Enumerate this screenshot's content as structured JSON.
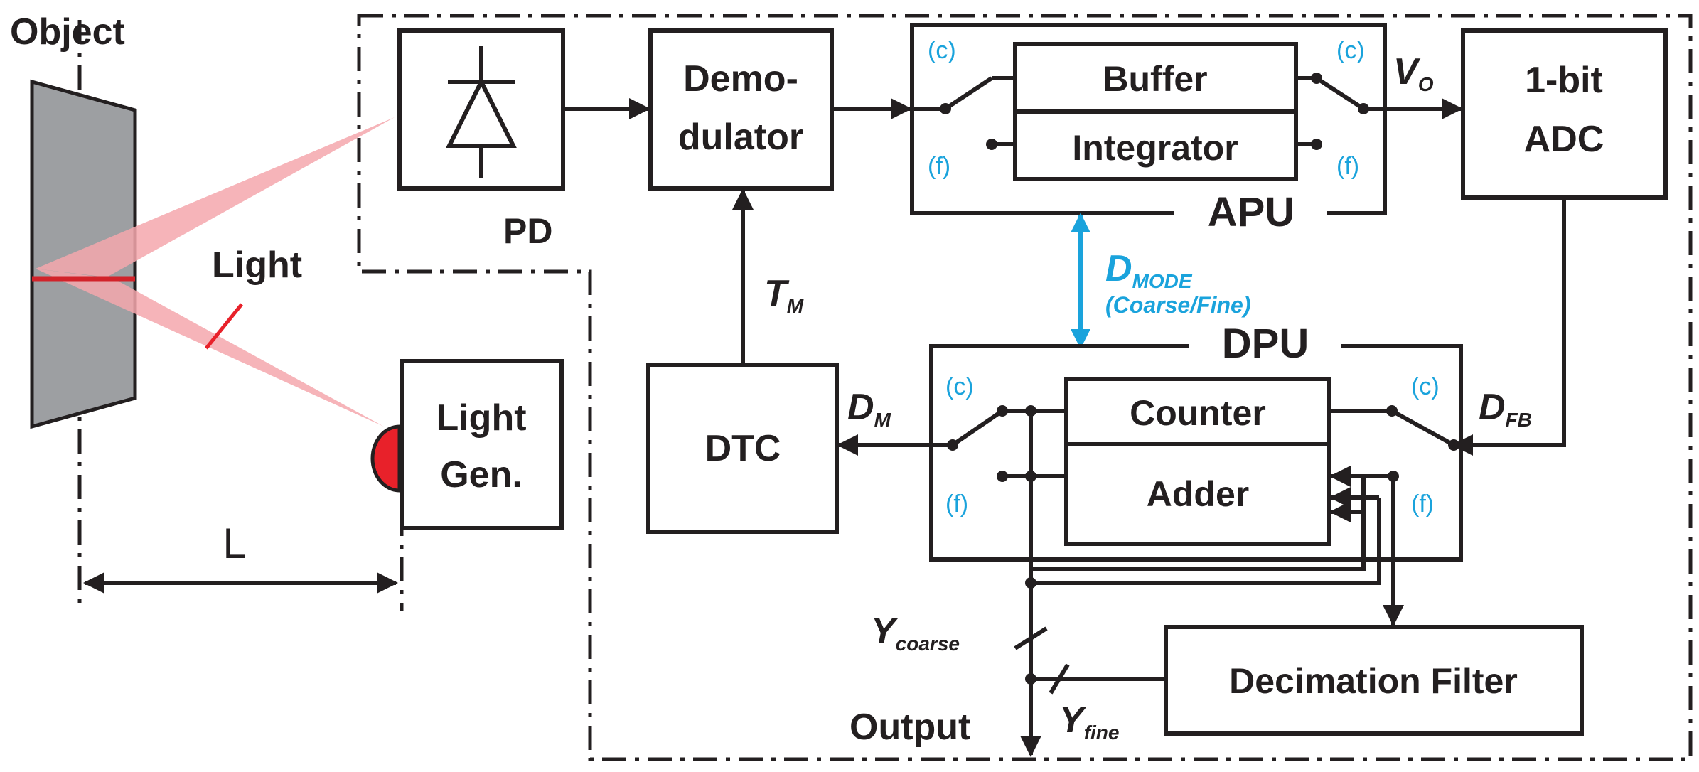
{
  "labels": {
    "object": "Object",
    "light": "Light",
    "pd": "PD",
    "distance": "L",
    "light_gen_line1": "Light",
    "light_gen_line2": "Gen.",
    "demod_line1": "Demo-",
    "demod_line2": "dulator",
    "buffer": "Buffer",
    "integrator": "Integrator",
    "apu": "APU",
    "adc_line1": "1-bit",
    "adc_line2": "ADC",
    "vo_main": "V",
    "vo_sub": "O",
    "tm_main": "T",
    "tm_sub": "M",
    "dmode_main": "D",
    "dmode_sub": "MODE",
    "coarse_fine": "(Coarse/Fine)",
    "dtc": "DTC",
    "dpu": "DPU",
    "dm_main": "D",
    "dm_sub": "M",
    "counter": "Counter",
    "adder": "Adder",
    "dfb_main": "D",
    "dfb_sub": "FB",
    "decimation_filter": "Decimation Filter",
    "ycoarse_main": "Y",
    "ycoarse_sub": "coarse",
    "yfine_main": "Y",
    "yfine_sub": "fine",
    "output": "Output",
    "switch_c": "(c)",
    "switch_f": "(f)"
  },
  "colors": {
    "ink": "#231f20",
    "accent_cyan": "#1aa3dc",
    "object_fill": "#9d9fa2",
    "beam_fill": "#f4a7ad",
    "emitter_red": "#e8212a",
    "marker_red": "#d2232a"
  }
}
